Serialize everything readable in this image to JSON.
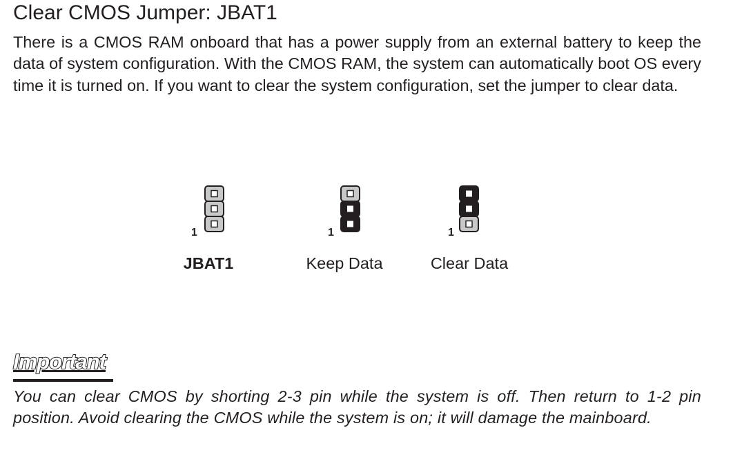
{
  "section": {
    "title": "Clear CMOS Jumper: JBAT1",
    "intro": "There is a CMOS RAM onboard that has a power supply from an external battery to keep the data of system configuration. With the CMOS RAM, the system can automatically boot OS every time it is turned on. If you want to clear the system configuration, set the jumper to clear data."
  },
  "diagram": {
    "pin_one_marker": "1",
    "colors": {
      "pin_open": "#c8c8c8",
      "pin_shorted": "#231f20",
      "outline": "#231f20"
    },
    "jumpers": [
      {
        "label": "JBAT1",
        "shorted_pins": []
      },
      {
        "label": "Keep Data",
        "shorted_pins": [
          1,
          2
        ]
      },
      {
        "label": "Clear Data",
        "shorted_pins": [
          2,
          3
        ]
      }
    ]
  },
  "important": {
    "heading": "Important",
    "text": "You can clear CMOS by shorting 2-3 pin while the system is off. Then return to 1-2 pin position. Avoid clearing the CMOS while the system is on; it will damage the mainboard."
  }
}
